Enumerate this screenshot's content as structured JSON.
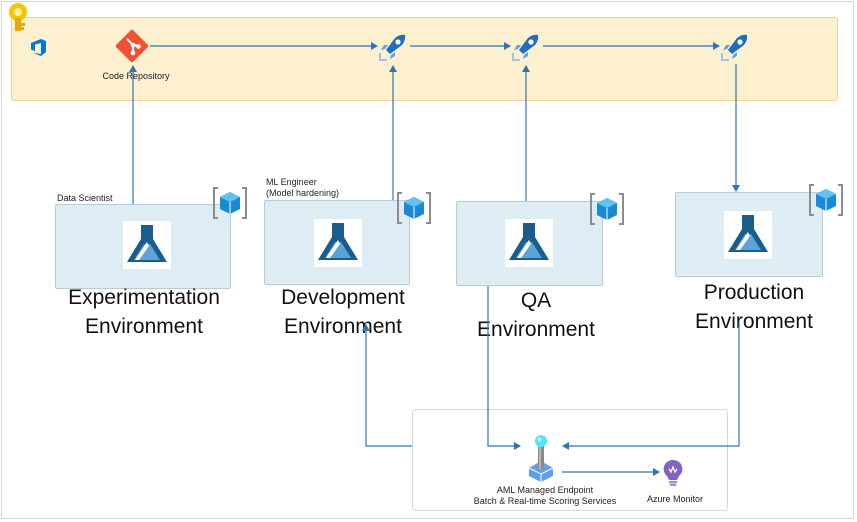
{
  "code_repository": {
    "label": "Code Repository"
  },
  "environments": {
    "experimentation": {
      "role": "Data Scientist",
      "title_line1": "Experimentation",
      "title_line2": "Environment"
    },
    "development": {
      "role": "ML Engineer\n(Model hardening)",
      "title_line1": "Development",
      "title_line2": "Environment"
    },
    "qa": {
      "title_line1": "QA",
      "title_line2": "Environment"
    },
    "production": {
      "title_line1": "Production",
      "title_line2": "Environment"
    }
  },
  "endpoint": {
    "line1": "AML Managed Endpoint",
    "line2": "Batch & Real-time Scoring Services"
  },
  "monitor": {
    "label": "Azure Monitor"
  },
  "colors": {
    "pipeline_band": "#fdf0cf",
    "env_box": "#deedf3",
    "arrow": "#2f75b5",
    "git": "#f05133",
    "ml_blue": "#1a5c8c",
    "monitor_purple": "#8661c5"
  }
}
